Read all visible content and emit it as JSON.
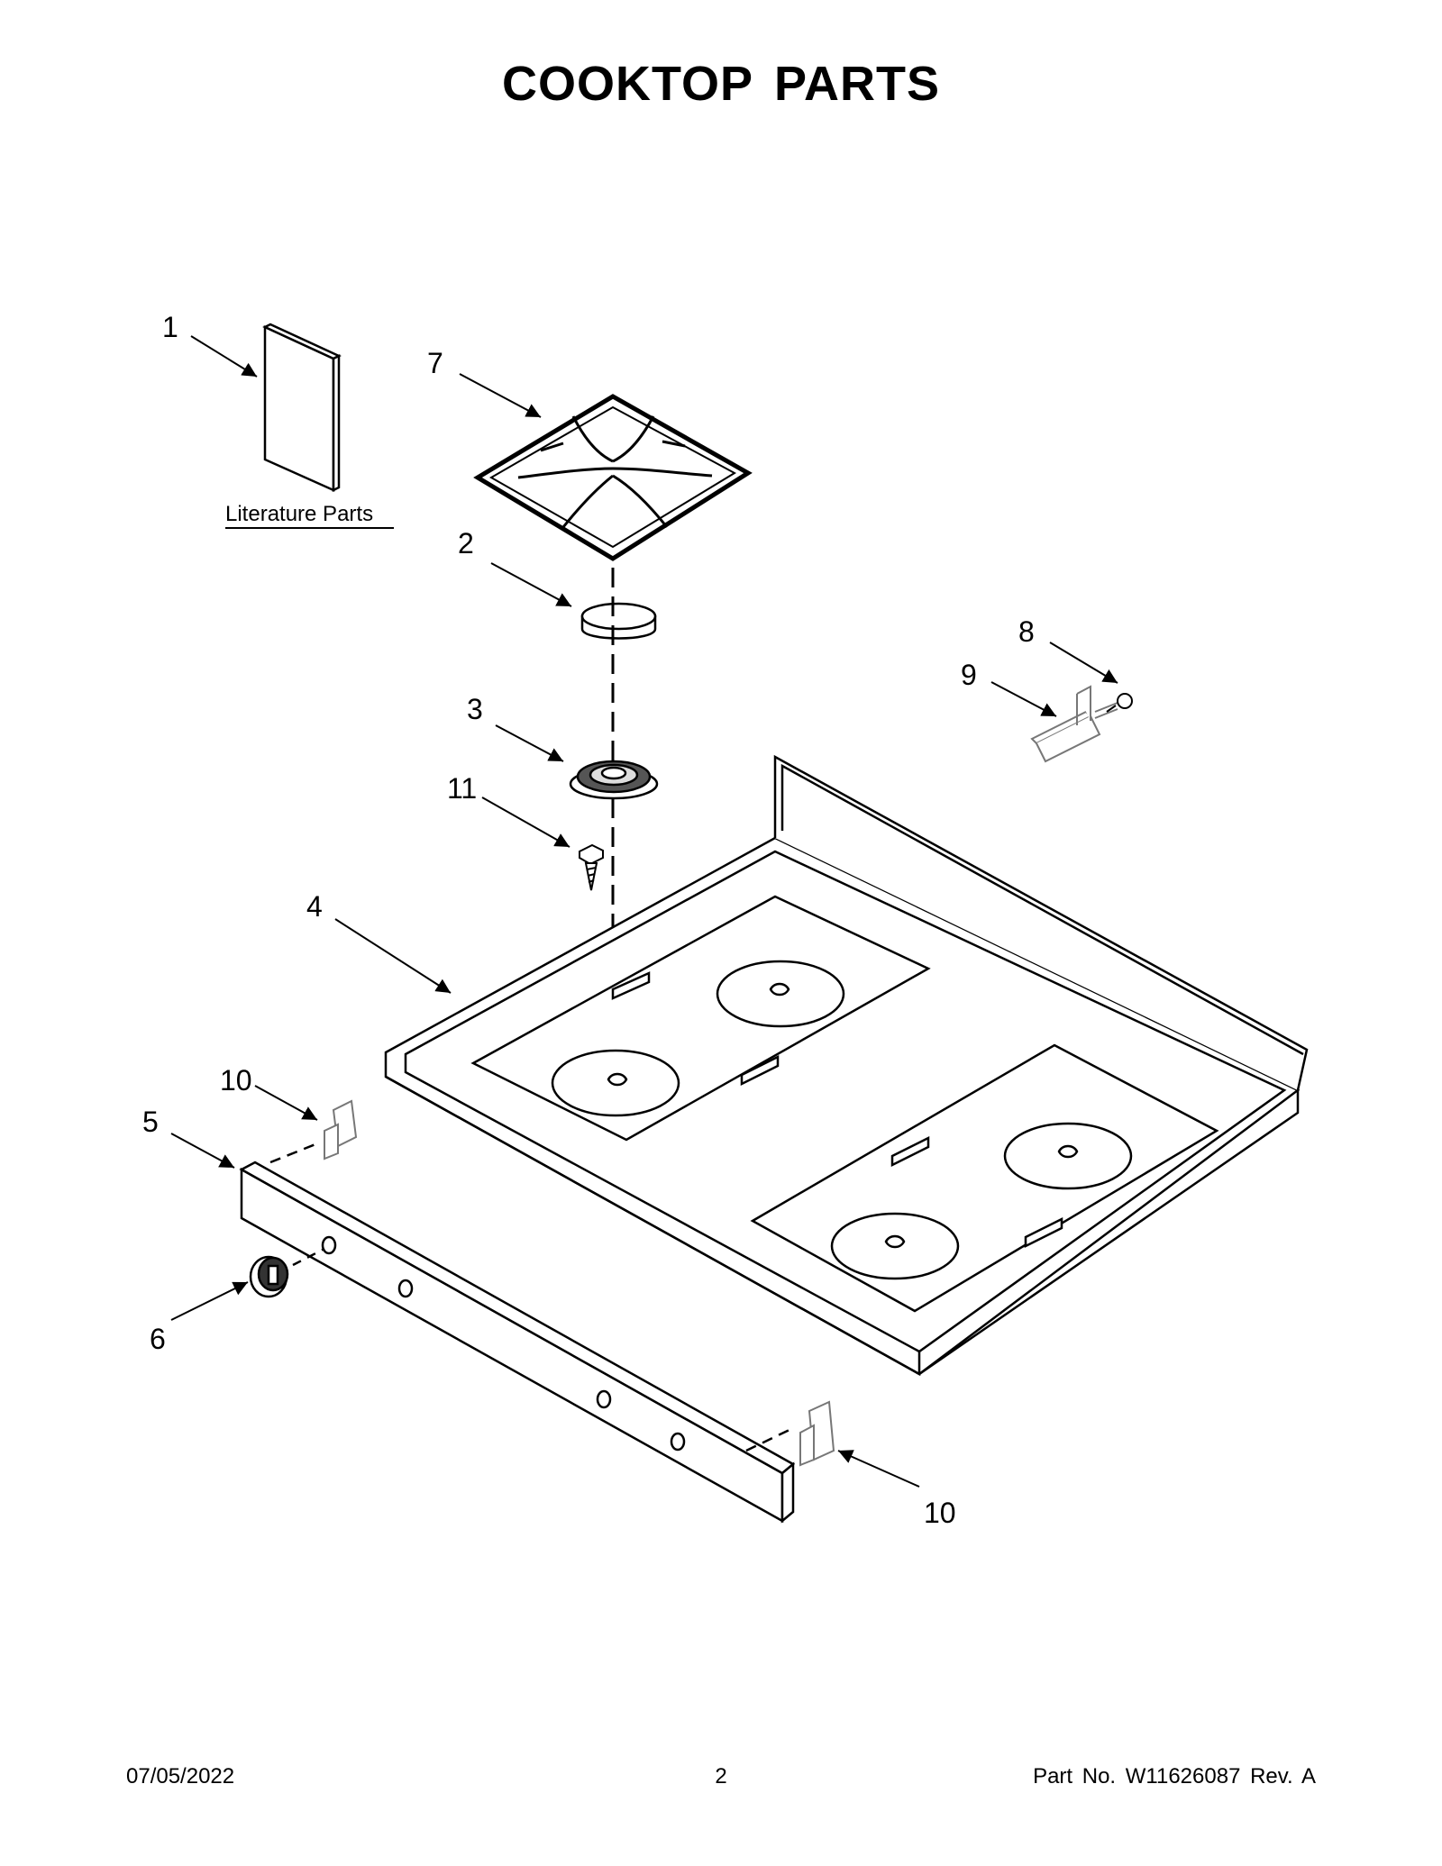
{
  "title": "COOKTOP PARTS",
  "callouts": [
    "1",
    "2",
    "3",
    "4",
    "5",
    "6",
    "7",
    "8",
    "9",
    "10",
    "10",
    "11"
  ],
  "literature_label": "Literature Parts",
  "footer": {
    "date": "07/05/2022",
    "page": "2",
    "part_no": "Part No.  W11626087  Rev.  A"
  }
}
